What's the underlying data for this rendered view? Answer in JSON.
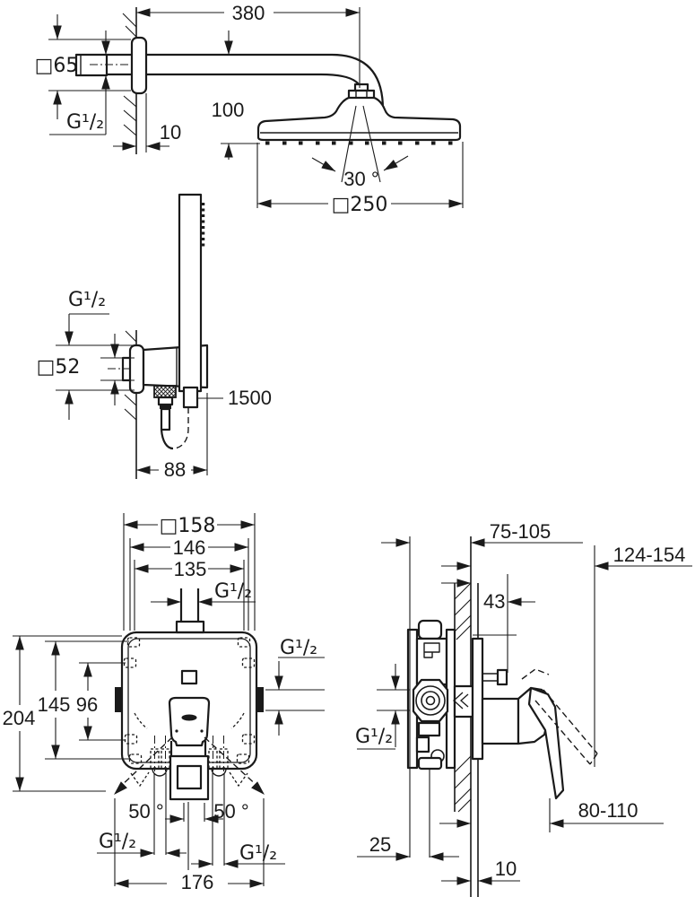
{
  "drawing": {
    "type": "technical-installation-diagram",
    "views": [
      "head-shower-with-arm",
      "hand-shower-with-holder",
      "mixer-front-view",
      "mixer-side-view"
    ]
  },
  "colors": {
    "line": "#1a1a1a",
    "background": "#ffffff"
  },
  "labels": {
    "top": {
      "arm_length": "380",
      "escutcheon": "□65",
      "thread": "G¹/₂",
      "wall_offset": "10",
      "head_height": "100",
      "swivel_angle": "30 °",
      "head_size": "□250"
    },
    "middle": {
      "thread": "G¹/₂",
      "escutcheon": "□52",
      "hose_length": "1500",
      "projection": "88"
    },
    "front": {
      "plate": "□158",
      "width_146": "146",
      "width_135": "135",
      "thread_top": "G¹/₂",
      "thread_right": "G¹/₂",
      "height_204": "204",
      "height_145": "145",
      "height_96": "96",
      "angle_left": "50 °",
      "angle_right": "50 °",
      "thread_bottom_left": "G¹/₂",
      "thread_bottom_right": "G¹/₂",
      "width_176": "176"
    },
    "side": {
      "depth_range": "75-105",
      "handle_range": "124-154",
      "screw_depth": "43",
      "thread": "G¹/₂",
      "lever_range": "80-110",
      "depth_25": "25",
      "tile_10": "10"
    }
  }
}
